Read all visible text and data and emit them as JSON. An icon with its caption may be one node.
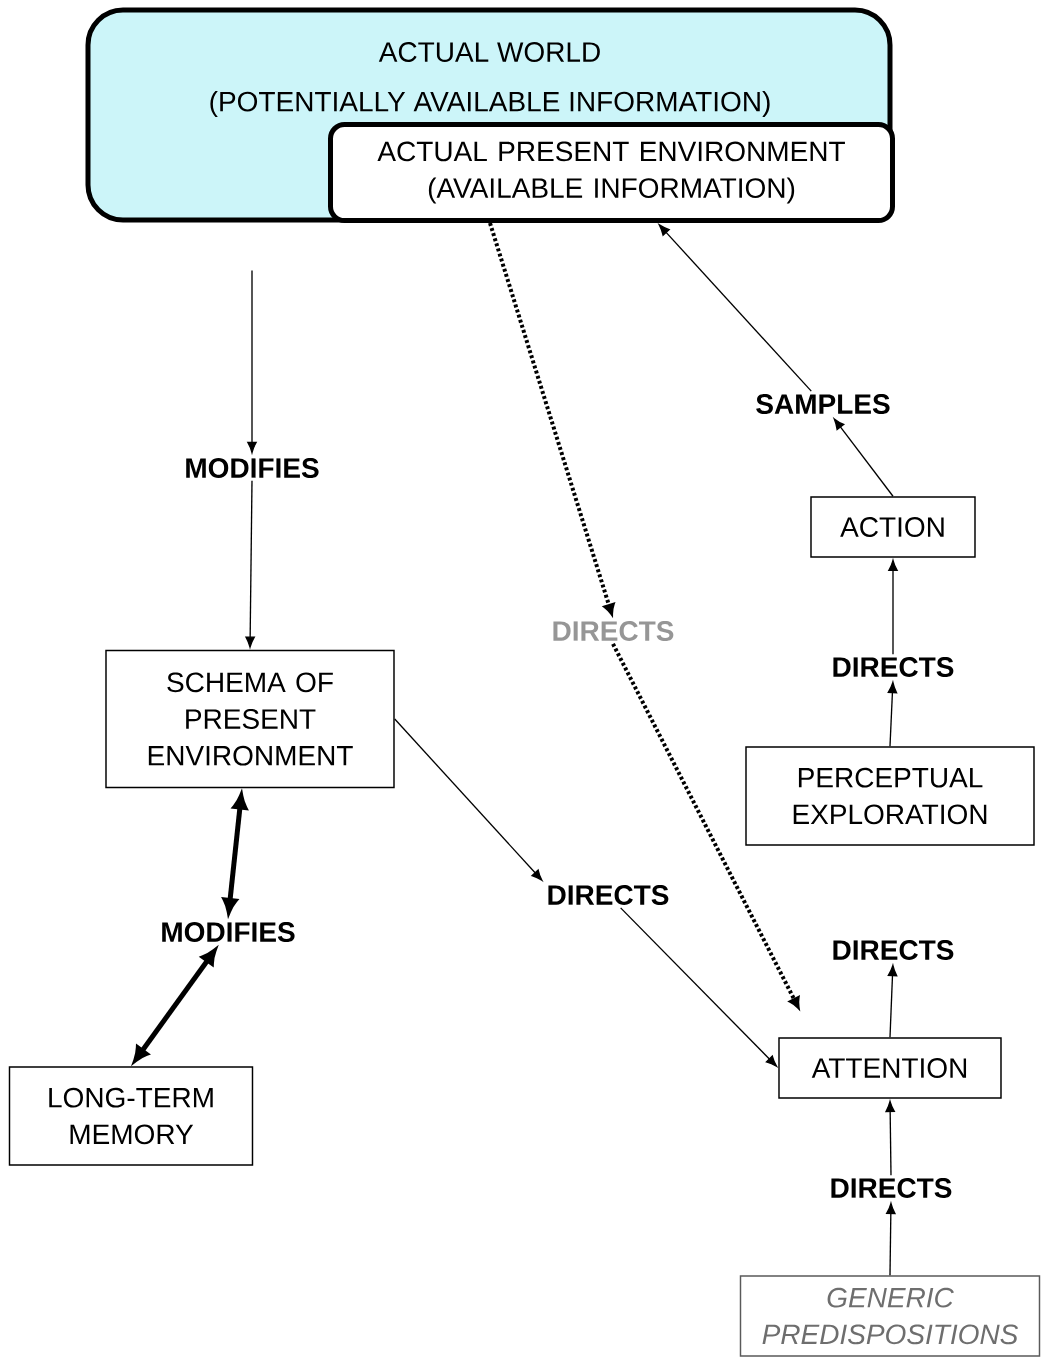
{
  "diagram": {
    "nodes": [
      {
        "text": [
          "ACTUAL WORLD",
          "(POTENTIALLY AVAILABLE INFORMATION)"
        ]
      },
      {
        "text": [
          "ACTUAL PRESENT ENVIRONMENT (AVAILABLE INFORMATION)"
        ],
        "in": 0
      },
      {
        "text": [
          "MODIFIES"
        ]
      },
      {
        "text": [
          "SCHEMA OF PRESENT ENVIRONMENT"
        ]
      },
      {
        "text": [
          "MODIFIES"
        ]
      },
      {
        "text": [
          "LONG-TERM MEMORY"
        ]
      },
      {
        "text": [
          "DIRECTS"
        ]
      },
      {
        "text": [
          "DIRECTS"
        ]
      },
      {
        "text": [
          "SAMPLES"
        ]
      },
      {
        "text": [
          "ACTION"
        ]
      },
      {
        "text": [
          "DIRECTS"
        ]
      },
      {
        "text": [
          "PERCEPTUAL EXPLORATION"
        ]
      },
      {
        "text": [
          "DIRECTS"
        ]
      },
      {
        "text": [
          "ATTENTION"
        ]
      },
      {
        "text": [
          "DIRECTS"
        ]
      },
      {
        "text": [
          "GENERIC PREDISPOSITIONS"
        ]
      }
    ],
    "edges": [
      {
        "from": 0,
        "to": 2,
        "arrow": "to"
      },
      {
        "from": 2,
        "to": 3,
        "arrow": "to"
      },
      {
        "from": 3,
        "to": 4,
        "arrow": "both",
        "style": "thick"
      },
      {
        "from": 4,
        "to": 5,
        "arrow": "both",
        "style": "thick"
      },
      {
        "from": 1,
        "to": 6,
        "arrow": "to",
        "style": "dashed"
      },
      {
        "from": 6,
        "to": 13,
        "arrow": "to",
        "style": "dashed"
      },
      {
        "from": 3,
        "to": 7,
        "arrow": "to"
      },
      {
        "from": 7,
        "to": 13,
        "arrow": "to"
      },
      {
        "from": 13,
        "to": 12,
        "arrow": "to"
      },
      {
        "from": 15,
        "to": 14,
        "arrow": "to"
      },
      {
        "from": 14,
        "to": 13,
        "arrow": "to"
      },
      {
        "from": 11,
        "to": 10,
        "arrow": "to"
      },
      {
        "from": 10,
        "to": 9,
        "arrow": "to"
      },
      {
        "from": 9,
        "to": 8,
        "arrow": "to"
      },
      {
        "from": 8,
        "to": 1,
        "arrow": "to"
      }
    ]
  }
}
